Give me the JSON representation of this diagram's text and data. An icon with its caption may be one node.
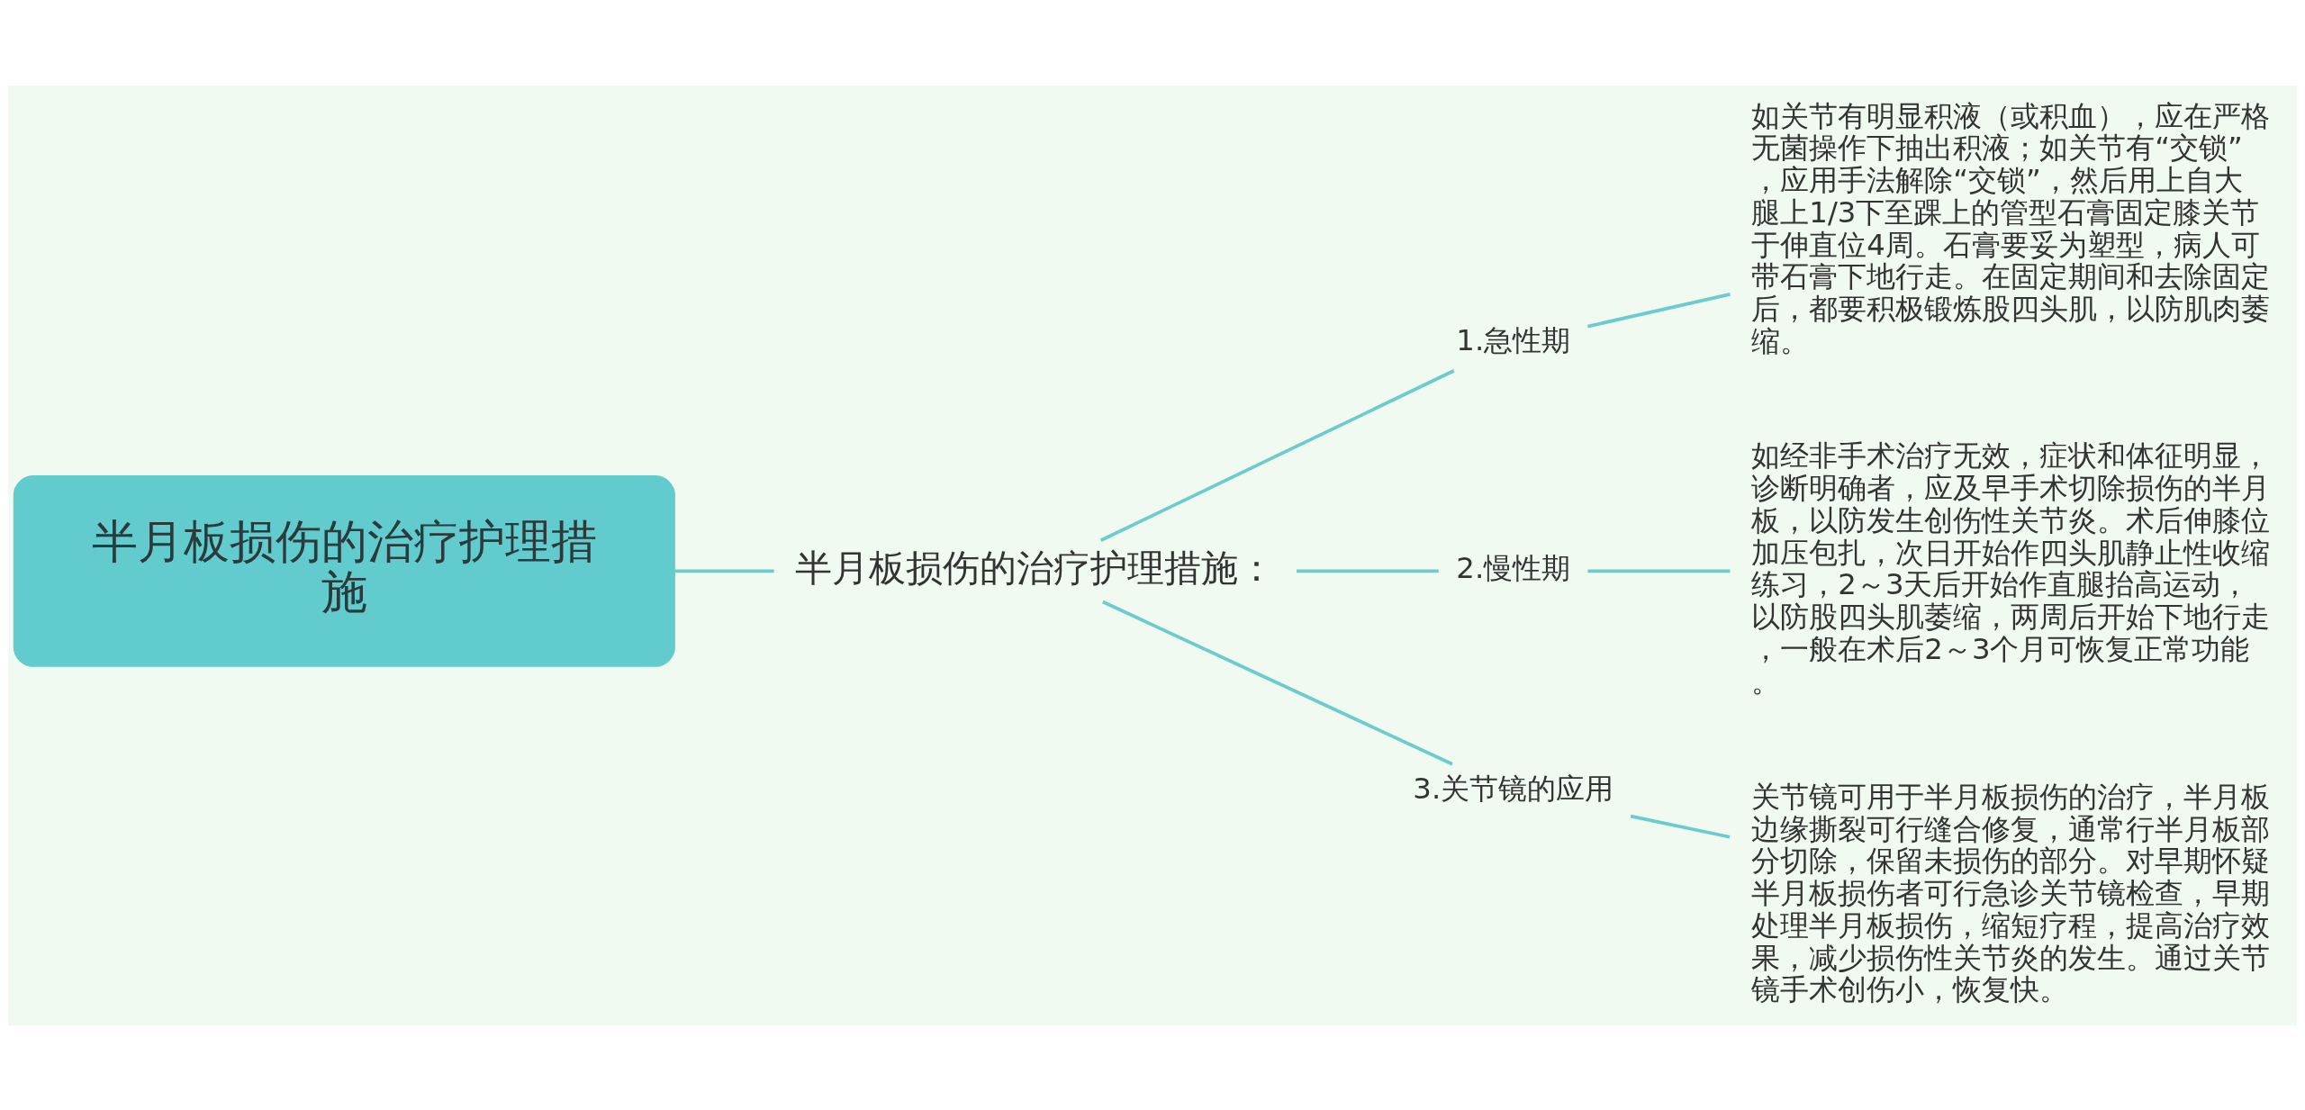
{
  "diagram": {
    "nodes": [
      {
        "text": [
          "半月板损伤的治疗护理措施"
        ]
      },
      {
        "text": [
          "半月板损伤的治疗护理措施："
        ]
      },
      {
        "text": [
          "1.急性期"
        ]
      },
      {
        "text": [
          "如关节有明显积液（或积血），应在严格无菌操作下抽出积液；如关节有“交锁”，应用手法解除“交锁”，然后用上自大腿上1/3下至踝上的管型石膏固定膝关节于伸直位4周。石膏要妥为塑型，病人可带石膏下地行走。在固定期间和去除固定后，都要积极锻炼股四头肌，以防肌肉萎缩。"
        ]
      },
      {
        "text": [
          "2.慢性期"
        ]
      },
      {
        "text": [
          "如经非手术治疗无效，症状和体征明显，诊断明确者，应及早手术切除损伤的半月板，以防发生创伤性关节炎。术后伸膝位加压包扎，次日开始作四头肌静止性收缩练习，2～3天后开始作直腿抬高运动，以防股四头肌萎缩，两周后开始下地行走，一般在术后2～3个月可恢复正常功能。"
        ]
      },
      {
        "text": [
          "3.关节镜的应用"
        ]
      },
      {
        "text": [
          "关节镜可用于半月板损伤的治疗，半月板边缘撕裂可行缝合修复，通常行半月板部分切除，保留未损伤的部分。对早期怀疑半月板损伤者可行急诊关节镜检查，早期处理半月板损伤，缩短疗程，提高治疗效果，减少损伤性关节炎的发生。通过关节镜手术创伤小，恢复快。"
        ]
      }
    ],
    "edges": [
      {
        "from": 0,
        "to": 1,
        "arrow": "none"
      },
      {
        "from": 1,
        "to": 2,
        "arrow": "none"
      },
      {
        "from": 1,
        "to": 4,
        "arrow": "none"
      },
      {
        "from": 1,
        "to": 6,
        "arrow": "none"
      },
      {
        "from": 2,
        "to": 3,
        "arrow": "none"
      },
      {
        "from": 4,
        "to": 5,
        "arrow": "none"
      },
      {
        "from": 6,
        "to": 7,
        "arrow": "none"
      }
    ]
  }
}
